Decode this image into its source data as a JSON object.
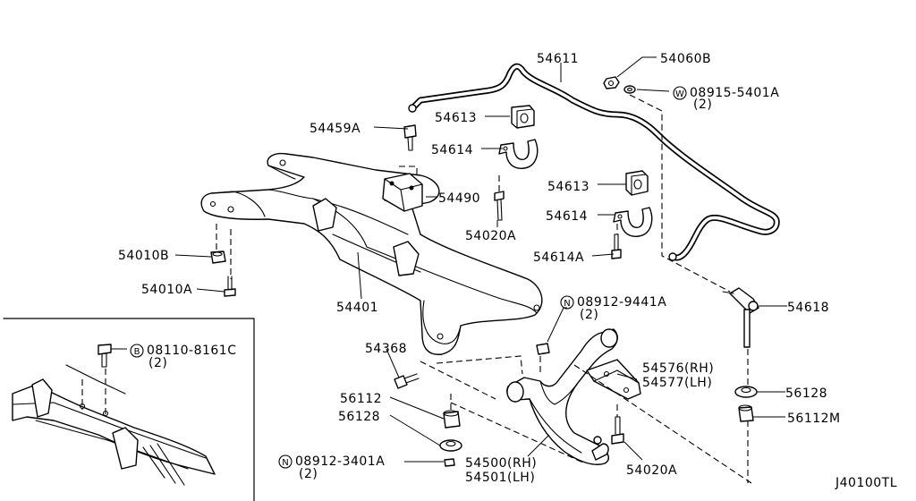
{
  "labels": {
    "p54611": "54611",
    "p54060b": "54060B",
    "p08915": "08915-5401A",
    "p08915_qty": "(2)",
    "p54613_top": "54613",
    "p54459a": "54459A",
    "p54614_top": "54614",
    "p54490": "54490",
    "p54613_mid": "54613",
    "p54020a_top": "54020A",
    "p54614_mid": "54614",
    "p54010b": "54010B",
    "p54614a": "54614A",
    "p54010a": "54010A",
    "p54401": "54401",
    "p08912_9441": "08912-9441A",
    "p08912_9441_qty": "(2)",
    "p54618": "54618",
    "p08110": "08110-8161C",
    "p08110_qty": "(2)",
    "p54368": "54368",
    "p54576": "54576(RH)",
    "p54577": "54577(LH)",
    "p56112": "56112",
    "p56128_right": "56128",
    "p56128_left": "56128",
    "p56112m": "56112M",
    "p08912_3401": "08912-3401A",
    "p08912_3401_qty": "(2)",
    "p54500": "54500(RH)",
    "p54501": "54501(LH)",
    "p54020a_bottom": "54020A",
    "footer_code": "J40100TL"
  },
  "symbols": {
    "washer": "W",
    "nut": "N",
    "bolt": "B"
  }
}
